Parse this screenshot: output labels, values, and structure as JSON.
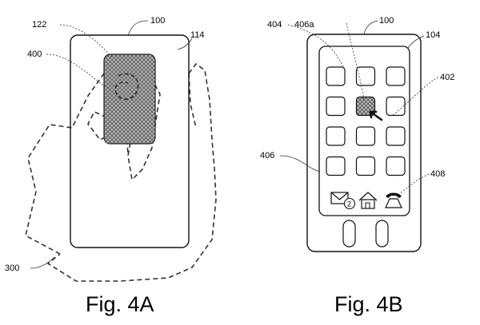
{
  "fig_a": {
    "caption": "Fig. 4A",
    "refs": {
      "device": "100",
      "region": "122",
      "screen": "114",
      "contact": "400",
      "hand": "300"
    }
  },
  "fig_b": {
    "caption": "Fig. 4B",
    "refs": {
      "device": "100",
      "screen": "104",
      "icon_area": "404",
      "selected_icon": "406a",
      "pointer": "402",
      "icon_grid": "406",
      "dock": "408"
    },
    "grid": {
      "rows": 4,
      "cols": 3,
      "selected": [
        1,
        1
      ]
    },
    "dock": {
      "icons": [
        "envelope-icon",
        "home-icon",
        "telephone-icon"
      ],
      "badge_count": "2"
    },
    "buttons": 2
  }
}
